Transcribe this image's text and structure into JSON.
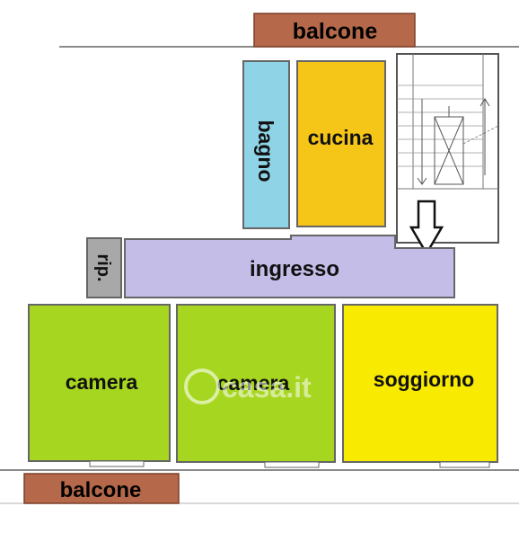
{
  "rooms": {
    "balcone_top": "balcone",
    "bagno": "bagno",
    "cucina": "cucina",
    "rip": "rip.",
    "ingresso": "ingresso",
    "camera_left": "camera",
    "camera_mid": "camera",
    "soggiorno": "soggiorno",
    "balcone_bottom": "balcone"
  },
  "watermark": "casa.it",
  "colors": {
    "balcony": "#b5694a",
    "bagno": "#8ed3e6",
    "cucina": "#f5c518",
    "ingresso": "#c3bde8",
    "rip": "#a8a8a8",
    "camera": "#a6d61f",
    "soggiorno": "#f8ea00",
    "walls": "#777777"
  },
  "icons": [
    "entrance-arrow-icon",
    "staircase-icon"
  ]
}
